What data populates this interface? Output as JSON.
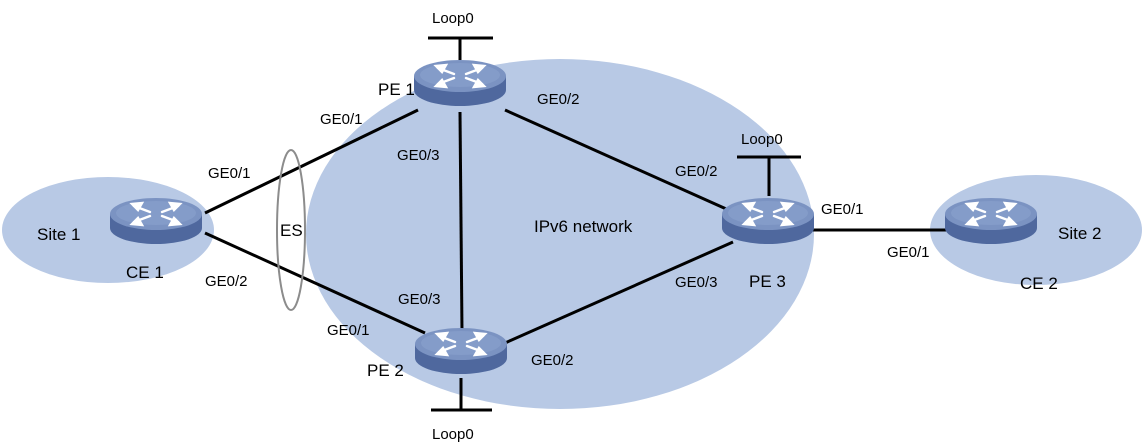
{
  "colors": {
    "cloud_fill": "#b8c9e5",
    "router_top": "#7b93c2",
    "router_side": "#4f689e",
    "link": "#000000",
    "es_ellipse": "#8c8c8c"
  },
  "regions": {
    "ipv6_network": "IPv6 network",
    "site1": "Site 1",
    "site2": "Site 2"
  },
  "es_label": "ES",
  "routers": {
    "pe1": {
      "name": "PE 1",
      "icon": "router-icon"
    },
    "pe2": {
      "name": "PE 2",
      "icon": "router-icon"
    },
    "pe3": {
      "name": "PE 3",
      "icon": "router-icon"
    },
    "ce1": {
      "name": "CE 1",
      "icon": "router-icon"
    },
    "ce2": {
      "name": "CE 2",
      "icon": "router-icon"
    }
  },
  "loopbacks": {
    "pe1": "Loop0",
    "pe2": "Loop0",
    "pe3": "Loop0"
  },
  "interfaces": {
    "ce1_to_pe1": "GE0/1",
    "pe1_to_ce1": "GE0/1",
    "ce1_to_pe2": "GE0/2",
    "pe2_to_ce1": "GE0/1",
    "pe1_to_pe3": "GE0/2",
    "pe3_to_pe1": "GE0/2",
    "pe1_to_pe2": "GE0/3",
    "pe2_to_pe1": "GE0/3",
    "pe2_to_pe3": "GE0/2",
    "pe3_to_pe2": "GE0/3",
    "pe3_to_ce2": "GE0/1",
    "ce2_to_pe3": "GE0/1"
  }
}
